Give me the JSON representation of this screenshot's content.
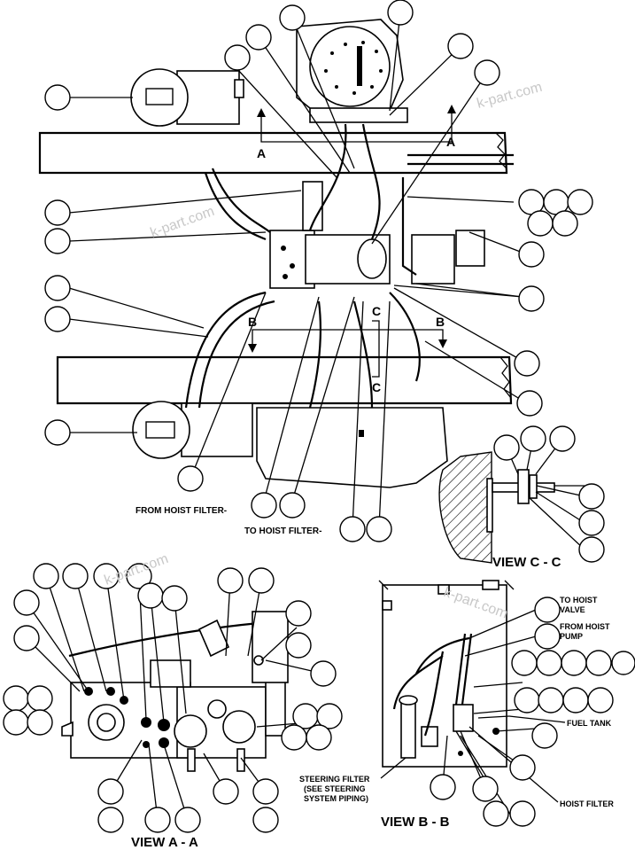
{
  "labels": {
    "from_hoist_filter": "FROM HOIST FILTER-",
    "to_hoist_filter": "TO HOIST FILTER-",
    "view_cc": "VIEW C - C",
    "view_aa": "VIEW A - A",
    "view_bb": "VIEW B - B",
    "to_hoist_valve_1": "TO HOIST",
    "to_hoist_valve_2": "VALVE",
    "from_hoist_pump_1": "FROM HOIST",
    "from_hoist_pump_2": "PUMP",
    "fuel_tank": "FUEL TANK",
    "hoist_filter": "HOIST FILTER",
    "steering_filter_1": "STEERING FILTER",
    "steering_filter_2": "(SEE STEERING",
    "steering_filter_3": "SYSTEM PIPING)",
    "section_a": "A",
    "section_b": "B",
    "section_c": "C"
  },
  "watermark": "k-part.com",
  "colors": {
    "ink": "#000000",
    "paper": "#ffffff",
    "watermark": "#c8c8c8"
  }
}
